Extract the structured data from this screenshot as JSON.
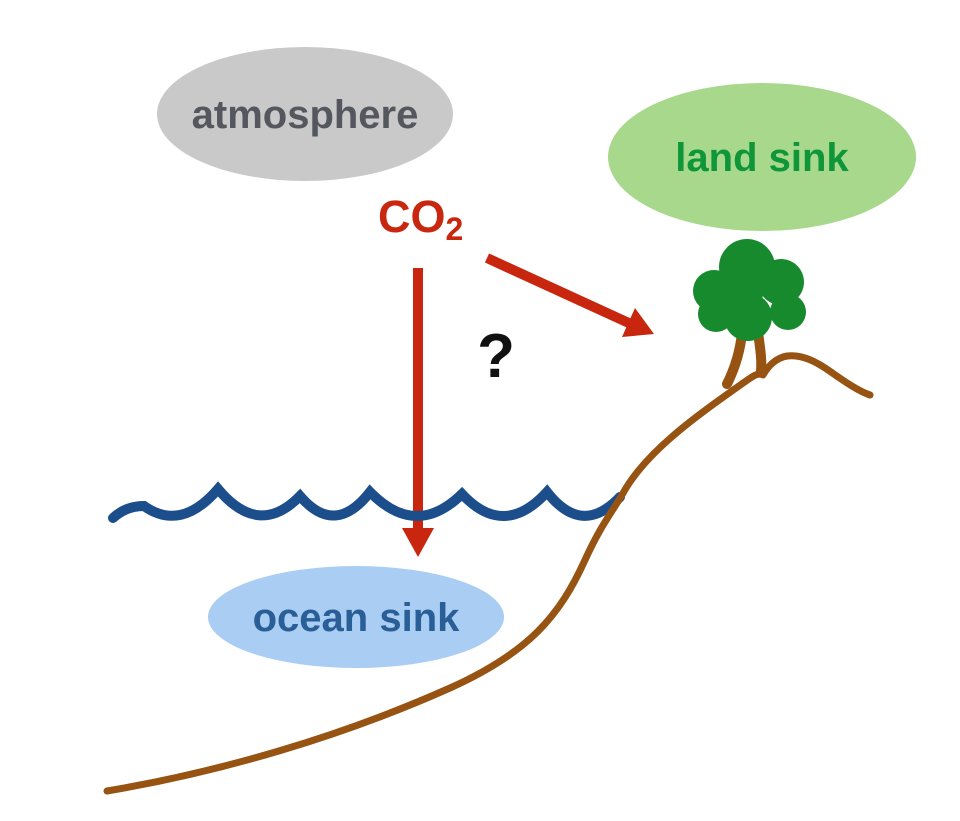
{
  "figure": {
    "type": "diagram",
    "topic": "Atmospheric CO2 uptake by ocean and land carbon sinks",
    "nodes": {
      "atmosphere": {
        "label": "atmosphere",
        "fill": "#c9c9c9",
        "text_color": "#54575d"
      },
      "land_sink": {
        "label": "land sink",
        "fill": "#a7d88c",
        "text_color": "#0e9639"
      },
      "ocean_sink": {
        "label": "ocean sink",
        "fill": "#a9cdf3",
        "text_color": "#2a5e96"
      }
    },
    "labels": {
      "co2_base": "CO",
      "co2_subscript": "2",
      "question_mark": "?"
    },
    "flows": [
      {
        "from": "CO2",
        "to": "ocean sink",
        "style": "straight-down-arrow"
      },
      {
        "from": "CO2",
        "to": "land sink",
        "style": "diagonal-arrow"
      },
      {
        "annotation": "?",
        "meaning": "uncertain partitioning between sinks"
      }
    ],
    "colors": {
      "co2_red": "#c8260e",
      "water_blue": "#1c4e8c",
      "land_brown": "#965312",
      "tree_green": "#178a2e",
      "question_black": "#111111",
      "background": "#ffffff"
    }
  }
}
